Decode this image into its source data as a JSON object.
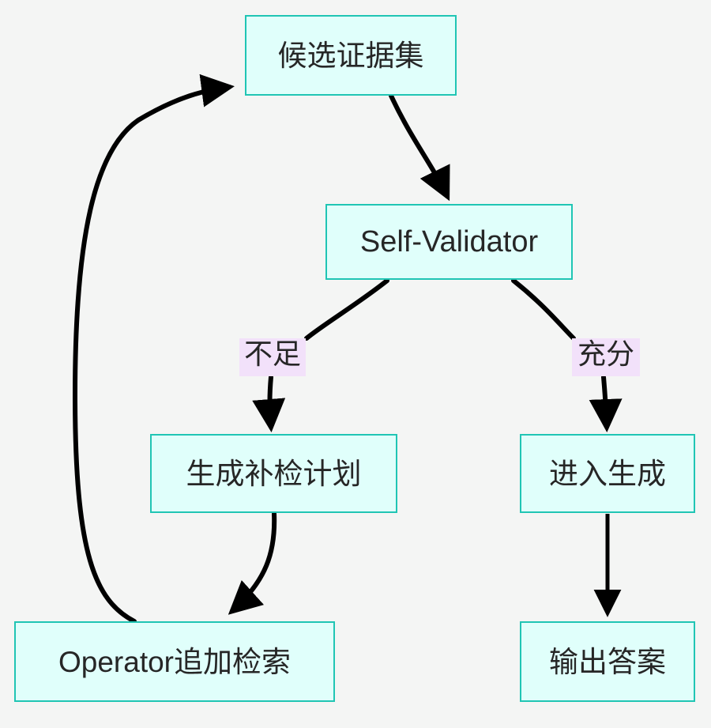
{
  "diagram": {
    "type": "flowchart",
    "direction": "top-down",
    "background_color": "#f4f5f4",
    "node_fill_color": "#e0fffb",
    "node_border_color": "#20c5b4",
    "edge_color": "#000000",
    "edge_label_background_color": "#f2e1fa",
    "text_color": "#262626",
    "nodes": [
      {
        "id": "candidate-evidence",
        "label": "候选证据集"
      },
      {
        "id": "self-validator",
        "label": "Self-Validator"
      },
      {
        "id": "make-plan",
        "label": "生成补检计划"
      },
      {
        "id": "enter-generation",
        "label": "进入生成"
      },
      {
        "id": "operator-retrieval",
        "label": "Operator追加检索"
      },
      {
        "id": "output-answer",
        "label": "输出答案"
      }
    ],
    "edges": [
      {
        "from": "candidate-evidence",
        "to": "self-validator",
        "label": ""
      },
      {
        "from": "self-validator",
        "to": "make-plan",
        "label": "不足"
      },
      {
        "from": "self-validator",
        "to": "enter-generation",
        "label": "充分"
      },
      {
        "from": "make-plan",
        "to": "operator-retrieval",
        "label": ""
      },
      {
        "from": "operator-retrieval",
        "to": "candidate-evidence",
        "label": ""
      },
      {
        "from": "enter-generation",
        "to": "output-answer",
        "label": ""
      }
    ]
  }
}
